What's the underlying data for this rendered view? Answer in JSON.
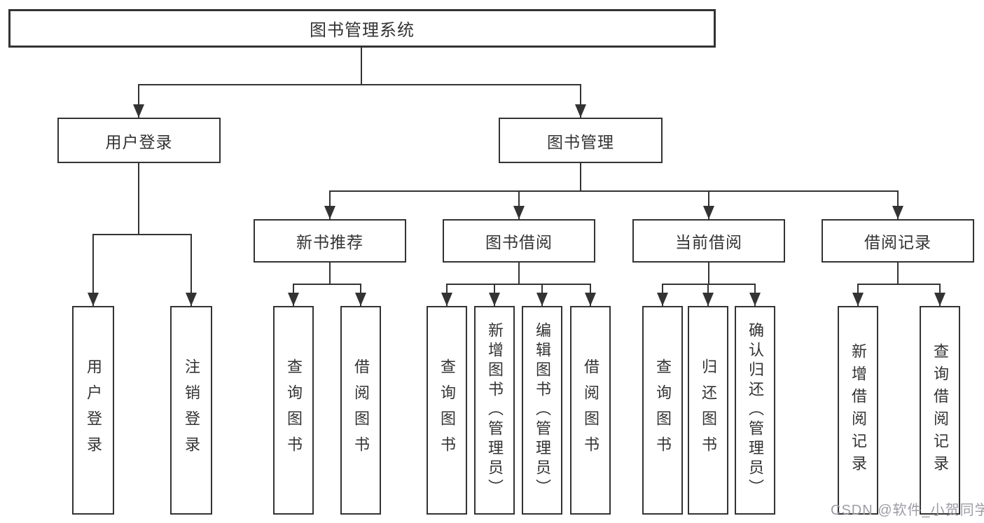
{
  "tree": {
    "root": {
      "label": "图书管理系统"
    },
    "level2": [
      {
        "label": "用户登录"
      },
      {
        "label": "图书管理"
      }
    ],
    "level3": [
      {
        "label": "新书推荐"
      },
      {
        "label": "图书借阅"
      },
      {
        "label": "当前借阅"
      },
      {
        "label": "借阅记录"
      }
    ],
    "leaves": {
      "user_login": [
        {
          "label": "用户登录"
        },
        {
          "label": "注销登录"
        }
      ],
      "new_book_rec": [
        {
          "label": "查询图书"
        },
        {
          "label": "借阅图书"
        }
      ],
      "book_borrow": [
        {
          "label": "查询图书"
        },
        {
          "label": "新增图书（管理员）"
        },
        {
          "label": "编辑图书（管理员）"
        },
        {
          "label": "借阅图书"
        }
      ],
      "current_borrow": [
        {
          "label": "查询图书"
        },
        {
          "label": "归还图书"
        },
        {
          "label": "确认归还（管理员）"
        }
      ],
      "borrow_record": [
        {
          "label": "新增借阅记录"
        },
        {
          "label": "查询借阅记录"
        }
      ]
    }
  },
  "watermark": {
    "text": "CSDN @软件_小贺同学",
    "color": "#9c9ca4"
  },
  "colors": {
    "line": "#333333",
    "box_border": "#333333",
    "text": "#333333",
    "background": "#ffffff"
  }
}
